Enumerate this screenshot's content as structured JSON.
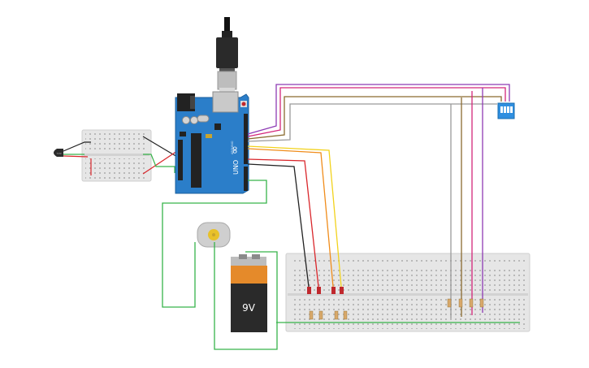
{
  "battery": {
    "label": "9V"
  },
  "arduino": {
    "model": "UNO",
    "brand": "ARDUINO",
    "logo": "∞"
  },
  "colors": {
    "board": "#2b7ec9",
    "wire_green": "#37b34a",
    "wire_black": "#222222",
    "wire_red": "#d9262b",
    "wire_orange": "#f08c1a",
    "wire_yellow": "#f2d21b",
    "wire_brown": "#8a6a2f",
    "wire_pink": "#d3267a",
    "wire_purple": "#8e3bb4",
    "wire_gray": "#9a9a9a",
    "breadboard": "#e4e4e4",
    "led_red": "#c0282d",
    "battery_orange": "#e58a2a"
  },
  "icons": {
    "usb": "usb-plug-icon",
    "motor": "dc-motor-icon",
    "sensor": "temperature-sensor-icon",
    "dip": "dip-switch-icon"
  }
}
